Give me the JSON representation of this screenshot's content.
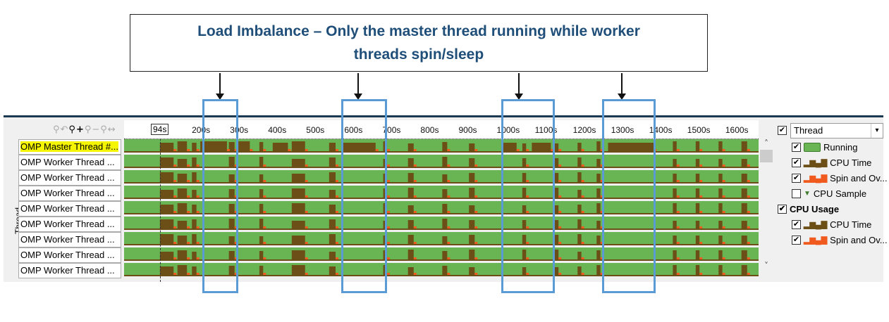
{
  "callout": {
    "line1": "Load Imbalance – Only the master thread running while worker",
    "line2": "threads spin/sleep"
  },
  "timeline": {
    "axis_ticks": [
      "200s",
      "300s",
      "400s",
      "500s",
      "600s",
      "700s",
      "800s",
      "900s",
      "1000s",
      "1100s",
      "1200s",
      "1300s",
      "1400s",
      "1500s",
      "1600s"
    ],
    "marker": "94s",
    "max_seconds": 1665,
    "y_axis_label": "Thread",
    "threads": [
      "OMP Master Thread #...",
      "OMP Worker Thread ...",
      "OMP Worker Thread ...",
      "OMP Worker Thread ...",
      "OMP Worker Thread ...",
      "OMP Worker Thread ...",
      "OMP Worker Thread ...",
      "OMP Worker Thread ...",
      "OMP Worker Thread ..."
    ],
    "common_busy": [
      [
        94,
        130
      ],
      [
        140,
        165
      ],
      [
        178,
        190
      ],
      [
        275,
        290
      ],
      [
        355,
        365
      ],
      [
        440,
        475
      ],
      [
        538,
        555
      ],
      [
        680,
        690
      ],
      [
        745,
        760
      ],
      [
        835,
        848
      ],
      [
        905,
        920
      ],
      [
        1045,
        1055
      ],
      [
        1125,
        1140
      ],
      [
        1190,
        1200
      ],
      [
        1240,
        1250
      ],
      [
        1440,
        1450
      ],
      [
        1500,
        1510
      ],
      [
        1560,
        1570
      ],
      [
        1620,
        1635
      ]
    ],
    "master_only_busy": [
      [
        200,
        270
      ],
      [
        300,
        330
      ],
      [
        390,
        430
      ],
      [
        570,
        660
      ],
      [
        990,
        1030
      ],
      [
        1070,
        1120
      ],
      [
        1270,
        1390
      ]
    ],
    "highlight_ranges": [
      [
        205,
        300
      ],
      [
        570,
        690
      ],
      [
        990,
        1130
      ],
      [
        1255,
        1395
      ]
    ]
  },
  "legend": {
    "dropdown": "Thread",
    "items": [
      {
        "label": "Running",
        "checked": true
      },
      {
        "label": "CPU Time",
        "checked": true
      },
      {
        "label": "Spin and Ov...",
        "checked": true
      },
      {
        "label": "CPU Sample",
        "checked": false
      }
    ],
    "cpu_usage": {
      "label": "CPU Usage",
      "checked": true,
      "items": [
        {
          "label": "CPU Time",
          "checked": true
        },
        {
          "label": "Spin and Ov...",
          "checked": true
        }
      ]
    }
  },
  "colors": {
    "running": "#6ab553",
    "cpu_time": "#6b4f16",
    "spin": "#f05a1e",
    "highlight": "#5b9bd5"
  }
}
